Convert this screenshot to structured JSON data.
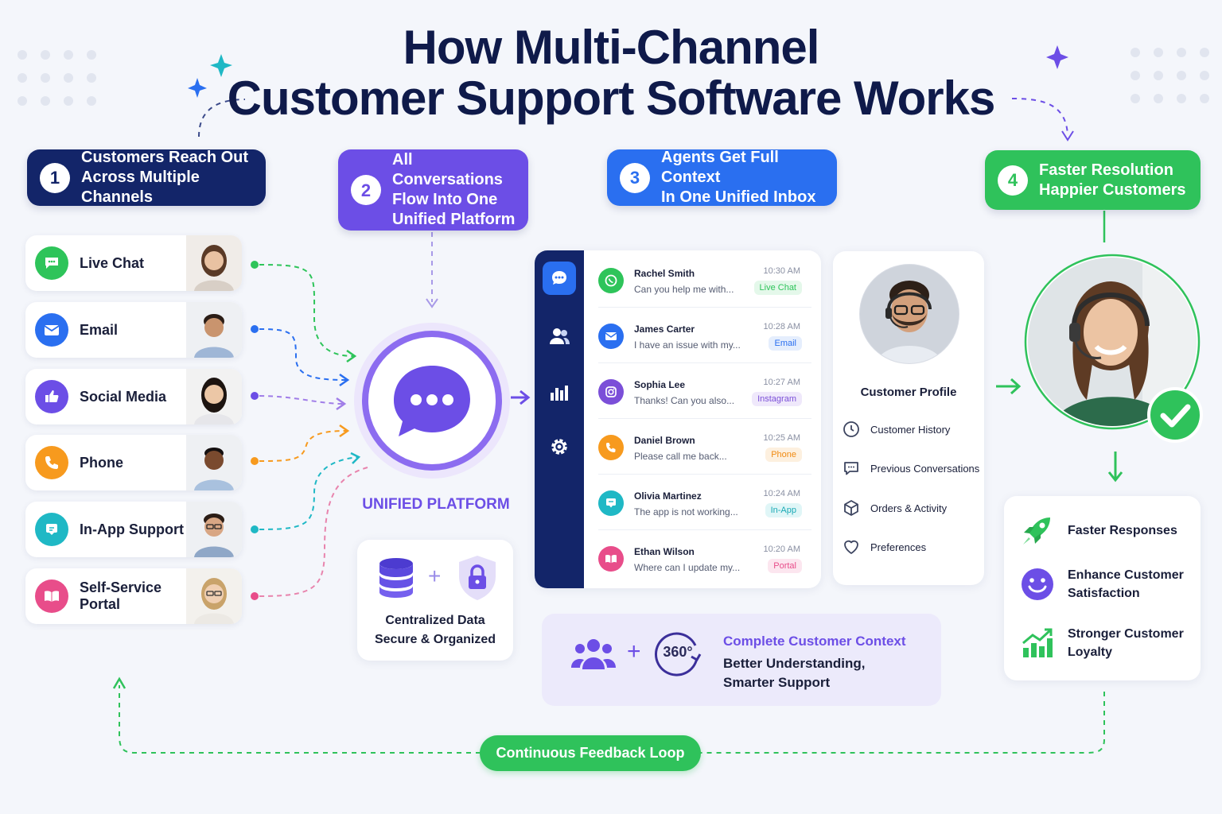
{
  "title": {
    "line1": "How Multi-Channel",
    "line2": "Customer Support Software Works"
  },
  "steps": [
    {
      "num": "1",
      "line1": "Customers Reach Out",
      "line2": "Across Multiple Channels",
      "line3": "",
      "color": "#132569"
    },
    {
      "num": "2",
      "line1": "All Conversations",
      "line2": "Flow Into One",
      "line3": "Unified Platform",
      "color": "#6c4ee6"
    },
    {
      "num": "3",
      "line1": "Agents Get Full Context",
      "line2": "In One Unified Inbox",
      "line3": "",
      "color": "#2a6ff0"
    },
    {
      "num": "4",
      "line1": "Faster Resolution",
      "line2": "Happier Customers",
      "line3": "",
      "color": "#2fc25b"
    }
  ],
  "channels": [
    {
      "label": "Live Chat",
      "icon": "chat-bubble-icon",
      "color": "#2ec45a"
    },
    {
      "label": "Email",
      "icon": "envelope-icon",
      "color": "#2a6ff0"
    },
    {
      "label": "Social Media",
      "icon": "thumbs-up-icon",
      "color": "#6c4ee6"
    },
    {
      "label": "Phone",
      "icon": "phone-icon",
      "color": "#f79a1e"
    },
    {
      "label": "In-App Support",
      "icon": "message-square-icon",
      "color": "#1fb8c5"
    },
    {
      "label": "Self-Service Portal",
      "icon": "book-icon",
      "color": "#e84d8a"
    }
  ],
  "platform": {
    "label": "UNIFIED PLATFORM",
    "data_line1": "Centralized Data",
    "data_line2": "Secure & Organized",
    "plus": "+"
  },
  "inbox": [
    {
      "name": "Rachel Smith",
      "msg": "Can you help me with...",
      "time": "10:30 AM",
      "tag": "Live Chat",
      "tag_color": "#2ec45a",
      "tag_bg": "#e4f8ea",
      "icon_color": "#2ec45a"
    },
    {
      "name": "James Carter",
      "msg": "I have an issue with my...",
      "time": "10:28 AM",
      "tag": "Email",
      "tag_color": "#2a6ff0",
      "tag_bg": "#e5eefd",
      "icon_color": "#2a6ff0"
    },
    {
      "name": "Sophia Lee",
      "msg": "Thanks! Can you also...",
      "time": "10:27 AM",
      "tag": "Instagram",
      "tag_color": "#7b4fd8",
      "tag_bg": "#efe8fb",
      "icon_color": "#7b4fd8"
    },
    {
      "name": "Daniel Brown",
      "msg": "Please call me back...",
      "time": "10:25 AM",
      "tag": "Phone",
      "tag_color": "#f08a12",
      "tag_bg": "#fdf0df",
      "icon_color": "#f79a1e"
    },
    {
      "name": "Olivia Martinez",
      "msg": "The app is not working...",
      "time": "10:24 AM",
      "tag": "In-App",
      "tag_color": "#19a9b5",
      "tag_bg": "#e0f6f7",
      "icon_color": "#1fb8c5"
    },
    {
      "name": "Ethan Wilson",
      "msg": "Where can I update my...",
      "time": "10:20 AM",
      "tag": "Portal",
      "tag_color": "#e84d8a",
      "tag_bg": "#fce6ef",
      "icon_color": "#e84d8a"
    }
  ],
  "profile": {
    "title": "Customer Profile",
    "items": [
      {
        "label": "Customer History",
        "icon": "history-icon"
      },
      {
        "label": "Previous Conversations",
        "icon": "chat-bubble-icon"
      },
      {
        "label": "Orders & Activity",
        "icon": "package-icon"
      },
      {
        "label": "Preferences",
        "icon": "heart-icon"
      }
    ]
  },
  "context": {
    "title": "Complete Customer Context",
    "line1": "Better Understanding,",
    "line2": "Smarter Support",
    "badge": "360°",
    "plus": "+"
  },
  "outcomes": [
    {
      "line1": "Faster Responses",
      "line2": "",
      "icon": "rocket-icon",
      "color": "#2fc25b"
    },
    {
      "line1": "Enhance Customer",
      "line2": "Satisfaction",
      "icon": "smiley-icon",
      "color": "#6c4ee6"
    },
    {
      "line1": "Stronger Customer",
      "line2": "Loyalty",
      "icon": "growth-chart-icon",
      "color": "#2fc25b"
    }
  ],
  "feedback": {
    "label": "Continuous Feedback Loop"
  }
}
